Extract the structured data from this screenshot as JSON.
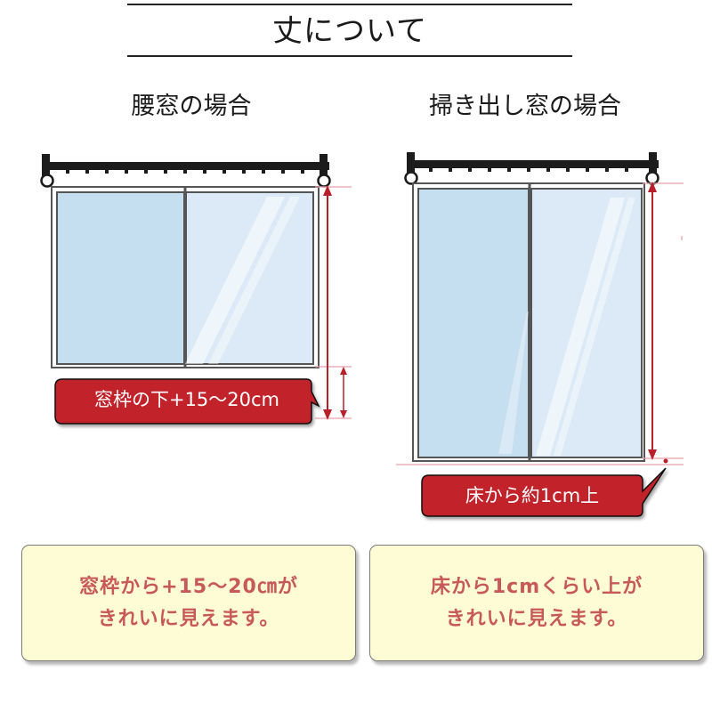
{
  "page": {
    "title": "丈について"
  },
  "left_panel": {
    "heading": "腰窓の場合",
    "callout": "窓枠の下+15～20cm",
    "note_lines": [
      "窓枠から+15～20㎝が",
      "きれいに見えます。"
    ]
  },
  "right_panel": {
    "heading": "掃き出し窓の場合",
    "callout": "床から約1cm上",
    "note_lines": [
      "床から1cmくらい上が",
      "きれいに見えます。"
    ]
  },
  "colors": {
    "rod": "#1c1c1c",
    "glass": "#c5def0",
    "glass_light": "#dbeaf6",
    "frame": "#555555",
    "measure_red": "#b8202a",
    "guide_pink": "#e8a0a6",
    "callout_red": "#c2232c",
    "note_bg": "#fefcd4",
    "note_text": "#c8595a"
  }
}
